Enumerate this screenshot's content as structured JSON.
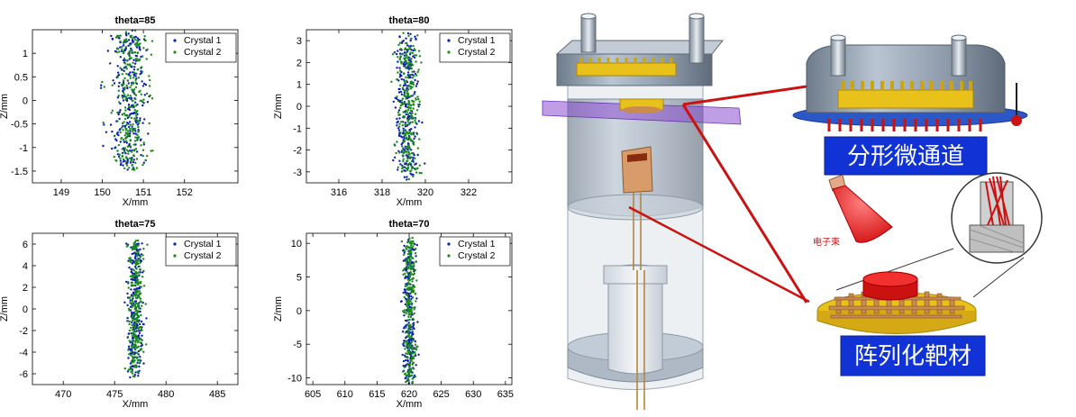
{
  "chart_data": [
    {
      "type": "scatter",
      "title": "theta=85",
      "xlabel": "X/mm",
      "ylabel": "Z/mm",
      "xlim": [
        148.3,
        153.3
      ],
      "ylim": [
        -1.75,
        1.5
      ],
      "xticks": [
        149,
        150,
        151,
        152
      ],
      "yticks": [
        -1.5,
        -1,
        -0.5,
        0,
        0.5,
        1
      ],
      "center_x": 150.65,
      "x_spread": 0.22,
      "z_half_range": 1.55,
      "series": [
        {
          "name": "Crystal 1",
          "color": "#0a1fb0"
        },
        {
          "name": "Crystal 2",
          "color": "#1c8a1c"
        }
      ]
    },
    {
      "type": "scatter",
      "title": "theta=80",
      "xlabel": "X/mm",
      "ylabel": "Z/mm",
      "xlim": [
        314.5,
        324.0
      ],
      "ylim": [
        -3.5,
        3.5
      ],
      "xticks": [
        316,
        318,
        320,
        322
      ],
      "yticks": [
        -3,
        -2,
        -1,
        0,
        1,
        2,
        3
      ],
      "center_x": 319.15,
      "x_spread": 0.28,
      "z_half_range": 3.4,
      "series": [
        {
          "name": "Crystal 1",
          "color": "#0a1fb0"
        },
        {
          "name": "Crystal 2",
          "color": "#1c8a1c"
        }
      ]
    },
    {
      "type": "scatter",
      "title": "theta=75",
      "xlabel": "X/mm",
      "ylabel": "Z/mm",
      "xlim": [
        467,
        487
      ],
      "ylim": [
        -7,
        7
      ],
      "xticks": [
        470,
        475,
        480,
        485
      ],
      "yticks": [
        -6,
        -4,
        -2,
        0,
        2,
        4,
        6
      ],
      "center_x": 477.0,
      "x_spread": 0.35,
      "z_half_range": 6.6,
      "series": [
        {
          "name": "Crystal 1",
          "color": "#0a1fb0"
        },
        {
          "name": "Crystal 2",
          "color": "#1c8a1c"
        }
      ]
    },
    {
      "type": "scatter",
      "title": "theta=70",
      "xlabel": "X/mm",
      "ylabel": "Z/mm",
      "xlim": [
        604,
        636
      ],
      "ylim": [
        -11,
        11.5
      ],
      "xticks": [
        605,
        610,
        615,
        620,
        625,
        630,
        635
      ],
      "yticks": [
        -10,
        -5,
        0,
        5,
        10
      ],
      "center_x": 620.0,
      "x_spread": 0.45,
      "z_half_range": 11.3,
      "series": [
        {
          "name": "Crystal 1",
          "color": "#0a1fb0"
        },
        {
          "name": "Crystal 2",
          "color": "#1c8a1c"
        }
      ]
    }
  ],
  "apparatus": {
    "label_fractal": "分形微通道",
    "label_array": "阵列化靶材",
    "label_beam": "电子束",
    "colors": {
      "label_bg": "#1133d6",
      "label_text": "#ffffff",
      "accent_red": "#cc1111",
      "gold": "#e8c21a",
      "copper": "#c98b4e",
      "steel": "#8a98a8",
      "beam_purple": "#8a4fd0"
    }
  }
}
